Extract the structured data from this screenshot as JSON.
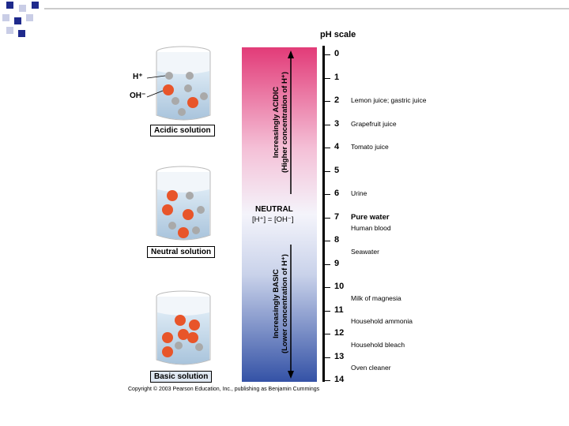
{
  "scale": {
    "title": "pH scale",
    "numbers": [
      "0",
      "1",
      "2",
      "3",
      "4",
      "5",
      "6",
      "7",
      "8",
      "9",
      "10",
      "11",
      "12",
      "13",
      "14"
    ],
    "examples": [
      {
        "ph": 2,
        "label": "Lemon juice; gastric juice",
        "emphasis": false
      },
      {
        "ph": 3,
        "label": "Grapefruit juice",
        "emphasis": false
      },
      {
        "ph": 4,
        "label": "Tomato juice",
        "emphasis": false
      },
      {
        "ph": 6,
        "label": "Urine",
        "emphasis": false
      },
      {
        "ph": 7,
        "label": "Pure water",
        "emphasis": true
      },
      {
        "ph": 7.5,
        "label": "Human blood",
        "emphasis": false
      },
      {
        "ph": 8.5,
        "label": "Seawater",
        "emphasis": false
      },
      {
        "ph": 10.5,
        "label": "Milk of magnesia",
        "emphasis": false
      },
      {
        "ph": 11.5,
        "label": "Household ammonia",
        "emphasis": false
      },
      {
        "ph": 12.5,
        "label": "Household bleach",
        "emphasis": false
      },
      {
        "ph": 13.5,
        "label": "Oven cleaner",
        "emphasis": false
      }
    ]
  },
  "gradient": {
    "acidic_line1": "Increasingly ACIDIC",
    "acidic_line2": "(Higher concentration of H⁺)",
    "neutral_title": "NEUTRAL",
    "neutral_eq": "[H⁺] = [OH⁻]",
    "basic_line1": "Increasingly BASIC",
    "basic_line2": "(Lower concentration of H⁺)",
    "colors": {
      "acid": "#e23b78",
      "neutral": "#f4f4fb",
      "base": "#3452a6"
    }
  },
  "beakers": {
    "h_label": "H⁺",
    "oh_label": "OH⁻",
    "acidic": "Acidic solution",
    "neutral": "Neutral solution",
    "basic": "Basic solution"
  },
  "copyright": "Copyright © 2003 Pearson Education, Inc., publishing as Benjamin Cummings",
  "colors": {
    "square_dark": "#1f2a8c",
    "ion_orange": "#e8552a",
    "ion_grey": "#a9a9a9"
  }
}
